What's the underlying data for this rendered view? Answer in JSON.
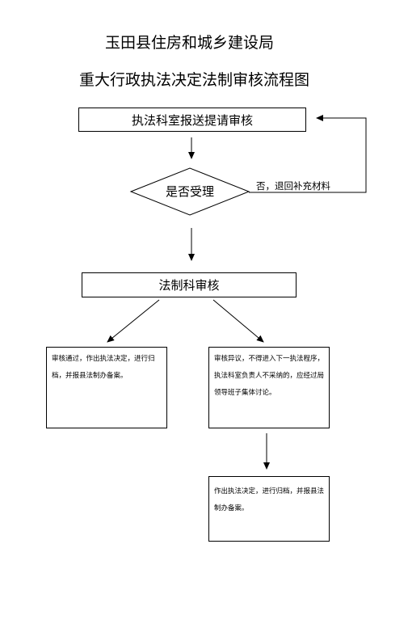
{
  "header": {
    "org_title": "玉田县住房和城乡建设局",
    "chart_title": "重大行政执法决定法制审核流程图"
  },
  "nodes": {
    "submit": "执法科室报送提请审核",
    "decision": "是否受理",
    "reject_label": "否，退回补充材料",
    "legal_review": "法制科审核",
    "approved": "审核通过，作出执法决定，进行归档，并报县法制办备案。",
    "objection": "审核异议，不得进入下一执法程序，执法科室负责人不采纳的，应经过局领导班子集体讨论。",
    "final": "作出执法决定，进行归档，并报县法制办备案。"
  }
}
